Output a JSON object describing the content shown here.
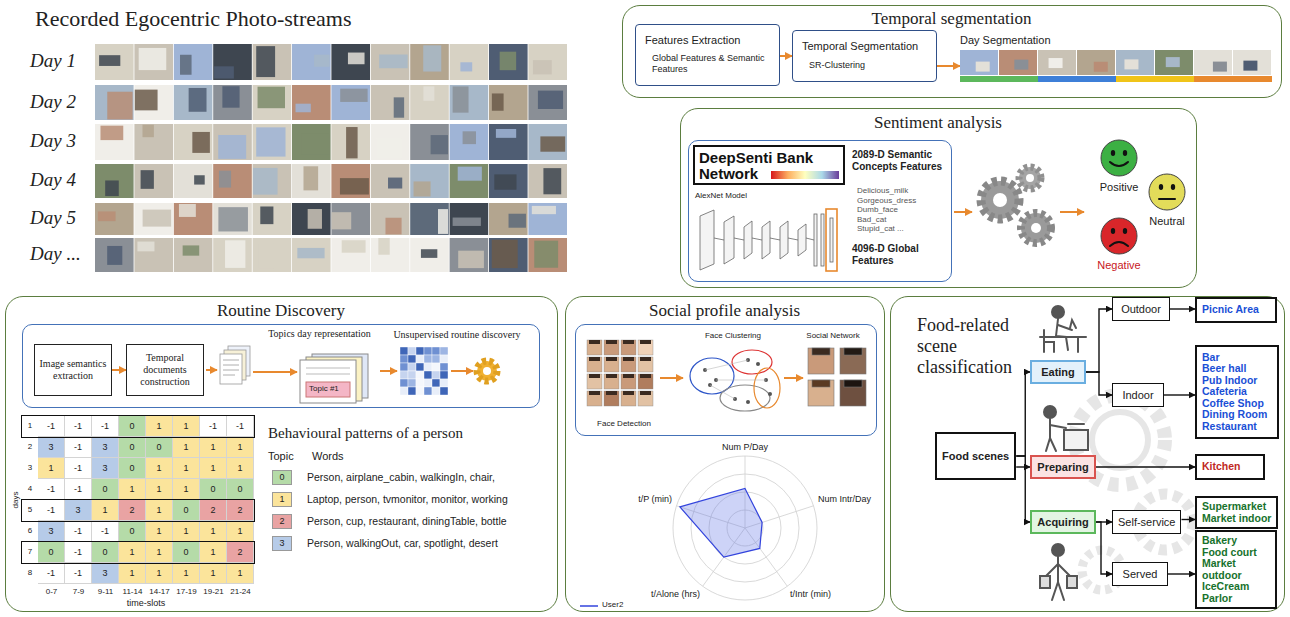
{
  "diagram": {
    "nodes": [
      {
        "text": [
          "Temporal segmentation"
        ]
      },
      {
        "text": [
          "Features Extraction",
          "Global Features & Semantic Features"
        ],
        "in": 0
      },
      {
        "text": [
          "Temporal Segmentation",
          "SR-Clustering"
        ],
        "in": 0
      },
      {
        "text": [
          "Day Segmentation"
        ],
        "in": 0
      },
      {
        "text": [
          "Sentiment analysis"
        ]
      },
      {
        "text": [
          "2089-D Semantic Concepts Features",
          "Delicious_milk Gorgeous_dress Dumb_face Bad_cat Stupid_cat ...",
          "AlexNet Model",
          "4096-D Global Features"
        ],
        "in": 4
      },
      {
        "text": [
          "DeepSenti Bank Network"
        ],
        "in": 5
      },
      {
        "text": [
          "Positive"
        ],
        "in": 4
      },
      {
        "text": [
          "Negative"
        ],
        "in": 4
      },
      {
        "text": [
          "Neutral"
        ],
        "in": 4
      },
      {
        "text": [
          "Routine Discovery"
        ]
      },
      {
        "text": [
          "Unsupervised routine discovery"
        ],
        "in": 10
      },
      {
        "text": [
          "Image semantics extraction"
        ],
        "in": 11
      },
      {
        "text": [
          "Temporal documents construction"
        ],
        "in": 11
      },
      {
        "text": [
          "Topics day representation",
          "Topic #1"
        ],
        "in": 11
      },
      {
        "text": [
          "Social profile analysis"
        ]
      },
      {
        "text": [
          "Face Detection",
          "Face Clustering",
          "Social Network"
        ],
        "in": 15
      },
      {
        "text": [
          "Food-related scene classification"
        ]
      },
      {
        "text": [
          "Food scenes"
        ],
        "in": 17
      },
      {
        "text": [
          "Eating"
        ],
        "in": 17
      },
      {
        "text": [
          "Preparing"
        ],
        "in": 17
      },
      {
        "text": [
          "Acquiring"
        ],
        "in": 17
      },
      {
        "text": [
          "Outdoor"
        ],
        "in": 17
      },
      {
        "text": [
          "Indoor"
        ],
        "in": 17
      },
      {
        "text": [
          "Self-service"
        ],
        "in": 17
      },
      {
        "text": [
          "Served"
        ],
        "in": 17
      },
      {
        "text": [
          "Picnic Area"
        ],
        "in": 17
      },
      {
        "text": [
          "Bar",
          "Beer hall",
          "Pub Indoor",
          "Cafeteria",
          "Coffee Shop",
          "Dining Room",
          "Restaurant"
        ],
        "in": 17
      },
      {
        "text": [
          "Kitchen"
        ],
        "in": 17
      },
      {
        "text": [
          "Supermarket",
          "Market indoor"
        ],
        "in": 17
      },
      {
        "text": [
          "Bakery",
          "Food court",
          "Market outdoor",
          "IceCream Parlor"
        ],
        "in": 17
      }
    ],
    "edges": [
      {
        "from": 1,
        "to": 2,
        "arrow": "to"
      },
      {
        "from": 2,
        "to": 3,
        "arrow": "to"
      },
      {
        "from": 12,
        "to": 13,
        "arrow": "to"
      },
      {
        "from": 18,
        "to": 19,
        "arrow": "to"
      },
      {
        "from": 18,
        "to": 20,
        "arrow": "to"
      },
      {
        "from": 18,
        "to": 21,
        "arrow": "to"
      },
      {
        "from": 19,
        "to": 22,
        "arrow": "to"
      },
      {
        "from": 19,
        "to": 23,
        "arrow": "to"
      },
      {
        "from": 22,
        "to": 26,
        "arrow": "to"
      },
      {
        "from": 23,
        "to": 27,
        "arrow": "to"
      },
      {
        "from": 20,
        "to": 28,
        "arrow": "to"
      },
      {
        "from": 21,
        "to": 24,
        "arrow": "to"
      },
      {
        "from": 21,
        "to": 25,
        "arrow": "to"
      },
      {
        "from": 24,
        "to": 29,
        "arrow": "to"
      },
      {
        "from": 25,
        "to": 30,
        "arrow": "to"
      }
    ],
    "labels": [
      "Recorded Egocentric Photo-streams",
      "Day 1",
      "Day 2",
      "Day 3",
      "Day 4",
      "Day 5",
      "Day ...",
      "Behavioural patterns of a person",
      "Topic",
      "Words",
      "0",
      "1",
      "2",
      "3",
      "days",
      "time-slots",
      "1",
      "2",
      "3",
      "4",
      "5",
      "6",
      "7",
      "8",
      "0-7",
      "7-9",
      "9-11",
      "11-14",
      "14-17",
      "17-19",
      "19-21",
      "21-24",
      "-1",
      "-1",
      "-1",
      "0",
      "1",
      "1",
      "-1",
      "-1",
      "3",
      "-1",
      "3",
      "0",
      "0",
      "1",
      "1",
      "1",
      "1",
      "-1",
      "3",
      "0",
      "1",
      "1",
      "1",
      "1",
      "-1",
      "-1",
      "0",
      "1",
      "1",
      "1",
      "0",
      "0",
      "-1",
      "3",
      "1",
      "2",
      "1",
      "0",
      "2",
      "2",
      "3",
      "-1",
      "-1",
      "0",
      "1",
      "1",
      "1",
      "1",
      "0",
      "-1",
      "0",
      "1",
      "1",
      "0",
      "1",
      "2",
      "-1",
      "-1",
      "3",
      "1",
      "1",
      "1",
      "1",
      "1",
      "Num P/Day",
      "Num Intr/Day",
      "t/Intr (min)",
      "t/Alone (hrs)",
      "t/P (min)"
    ],
    "legend": [
      {
        "text": "Person, airplane_cabin, walkingIn, chair,",
        "color": "#b5dba8"
      },
      {
        "text": "Laptop, person, tvmonitor, monitor, working",
        "color": "#fbe49b"
      },
      {
        "text": "Person, cup, restaurant, diningTable, bottle",
        "color": "#e9a3a3"
      },
      {
        "text": "Person, walkingOut, car, spotlight, desert",
        "color": "#b6cbe8"
      },
      {
        "text": "User2"
      }
    ]
  }
}
